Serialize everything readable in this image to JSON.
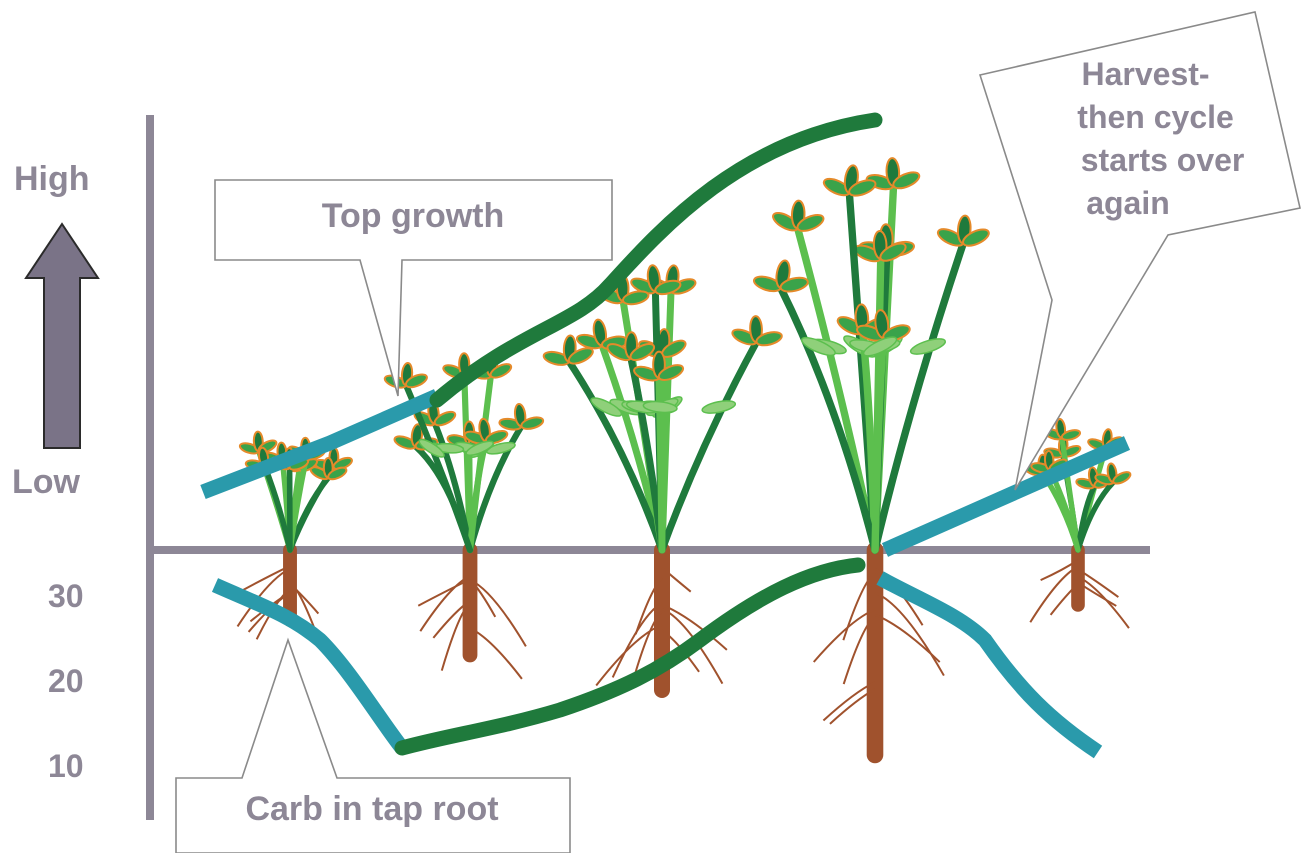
{
  "axis_labels": {
    "high": "High",
    "low": "Low",
    "ticks": [
      "30",
      "20",
      "10"
    ]
  },
  "callouts": {
    "top_growth": "Top growth",
    "carb_root": "Carb in tap root",
    "harvest_lines": [
      "Harvest-",
      "then cycle",
      "starts over",
      "again"
    ]
  },
  "colors": {
    "axis": "#8d8796",
    "arrow": "#7a7387",
    "teal_line": "#2a9aab",
    "dark_green_line": "#1f7a3c",
    "leaf": "#3aa34a",
    "leaf_outline": "#e58a2a",
    "stem": "#5cbf4e",
    "root": "#a0522d"
  }
}
